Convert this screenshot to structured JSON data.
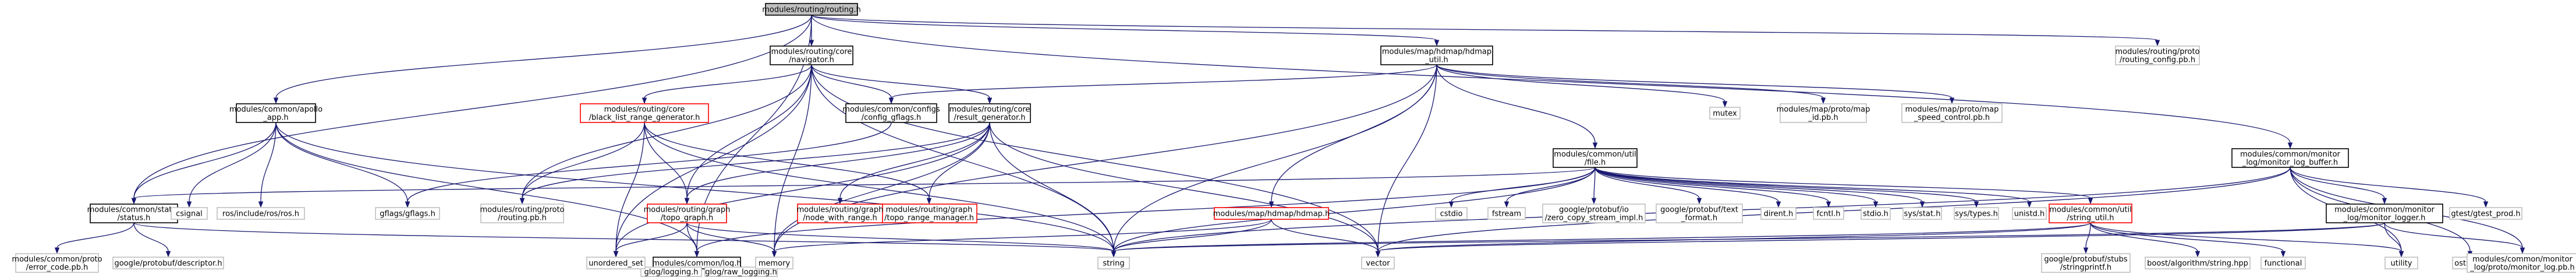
{
  "colors": {
    "edge": "#191970",
    "node_border": "#bfbfbf",
    "root_fill": "#bfbfbf",
    "root_border": "#000000",
    "documented_border": "#000000",
    "missing_border": "#ff0000"
  },
  "nodes": [
    {
      "id": "root",
      "kind": "root",
      "lines": [
        "modules/routing/routing.h"
      ]
    },
    {
      "id": "status",
      "kind": "documented",
      "lines": [
        "modules/common/status",
        "/status.h"
      ]
    },
    {
      "id": "apollo_app",
      "kind": "documented",
      "lines": [
        "modules/common/apollo",
        "_app.h"
      ]
    },
    {
      "id": "navigator",
      "kind": "documented",
      "lines": [
        "modules/routing/core",
        "/navigator.h"
      ]
    },
    {
      "id": "hdmap_util",
      "kind": "documented",
      "lines": [
        "modules/map/hdmap/hdmap",
        "_util.h"
      ]
    },
    {
      "id": "routing_config_pb",
      "kind": "plain",
      "lines": [
        "modules/routing/proto",
        "/routing_config.pb.h"
      ]
    },
    {
      "id": "monitor_log_buffer",
      "kind": "documented",
      "lines": [
        "modules/common/monitor",
        "_log/monitor_log_buffer.h"
      ]
    },
    {
      "id": "error_code_pb",
      "kind": "plain",
      "lines": [
        "modules/common/proto",
        "/error_code.pb.h"
      ]
    },
    {
      "id": "descriptor",
      "kind": "plain",
      "lines": [
        "google/protobuf/descriptor.h"
      ]
    },
    {
      "id": "string",
      "kind": "plain",
      "lines": [
        "string"
      ]
    },
    {
      "id": "csignal",
      "kind": "plain",
      "lines": [
        "csignal"
      ]
    },
    {
      "id": "ros_h",
      "kind": "plain",
      "lines": [
        "ros/include/ros/ros.h"
      ]
    },
    {
      "id": "gflags",
      "kind": "plain",
      "lines": [
        "gflags/gflags.h"
      ]
    },
    {
      "id": "log_h",
      "kind": "documented",
      "lines": [
        "modules/common/log.h"
      ]
    },
    {
      "id": "glog_logging",
      "kind": "plain",
      "lines": [
        "glog/logging.h"
      ]
    },
    {
      "id": "glog_raw_logging",
      "kind": "plain",
      "lines": [
        "glog/raw_logging.h"
      ]
    },
    {
      "id": "black_list",
      "kind": "missing",
      "lines": [
        "modules/routing/core",
        "/black_list_range_generator.h"
      ]
    },
    {
      "id": "routing_pb",
      "kind": "plain",
      "lines": [
        "modules/routing/proto",
        "/routing.pb.h"
      ]
    },
    {
      "id": "topo_graph",
      "kind": "missing",
      "lines": [
        "modules/routing/graph",
        "/topo_graph.h"
      ]
    },
    {
      "id": "topo_range_manager",
      "kind": "missing",
      "lines": [
        "modules/routing/graph",
        "/topo_range_manager.h"
      ]
    },
    {
      "id": "config_gflags",
      "kind": "documented",
      "lines": [
        "modules/common/configs",
        "/config_gflags.h"
      ]
    },
    {
      "id": "result_generator",
      "kind": "documented",
      "lines": [
        "modules/routing/core",
        "/result_generator.h"
      ]
    },
    {
      "id": "memory",
      "kind": "plain",
      "lines": [
        "memory"
      ]
    },
    {
      "id": "unordered_set",
      "kind": "plain",
      "lines": [
        "unordered_set"
      ]
    },
    {
      "id": "node_with_range",
      "kind": "missing",
      "lines": [
        "modules/routing/graph",
        "/node_with_range.h"
      ]
    },
    {
      "id": "vector",
      "kind": "plain",
      "lines": [
        "vector"
      ]
    },
    {
      "id": "hdmap_h",
      "kind": "missing",
      "lines": [
        "modules/map/hdmap/hdmap.h"
      ]
    },
    {
      "id": "file_h",
      "kind": "documented",
      "lines": [
        "modules/common/util",
        "/file.h"
      ]
    },
    {
      "id": "mutex",
      "kind": "plain",
      "lines": [
        "mutex"
      ]
    },
    {
      "id": "map_id_pb",
      "kind": "plain",
      "lines": [
        "modules/map/proto/map",
        "_id.pb.h"
      ]
    },
    {
      "id": "speed_control_pb",
      "kind": "plain",
      "lines": [
        "modules/map/proto/map",
        "_speed_control.pb.h"
      ]
    },
    {
      "id": "cstdio",
      "kind": "plain",
      "lines": [
        "cstdio"
      ]
    },
    {
      "id": "fstream",
      "kind": "plain",
      "lines": [
        "fstream"
      ]
    },
    {
      "id": "zero_copy",
      "kind": "plain",
      "lines": [
        "google/protobuf/io",
        "/zero_copy_stream_impl.h"
      ]
    },
    {
      "id": "text_format",
      "kind": "plain",
      "lines": [
        "google/protobuf/text",
        "_format.h"
      ]
    },
    {
      "id": "dirent",
      "kind": "plain",
      "lines": [
        "dirent.h"
      ]
    },
    {
      "id": "fcntl",
      "kind": "plain",
      "lines": [
        "fcntl.h"
      ]
    },
    {
      "id": "stdio",
      "kind": "plain",
      "lines": [
        "stdio.h"
      ]
    },
    {
      "id": "sys_stat",
      "kind": "plain",
      "lines": [
        "sys/stat.h"
      ]
    },
    {
      "id": "sys_types",
      "kind": "plain",
      "lines": [
        "sys/types.h"
      ]
    },
    {
      "id": "unistd",
      "kind": "plain",
      "lines": [
        "unistd.h"
      ]
    },
    {
      "id": "string_util",
      "kind": "missing",
      "lines": [
        "modules/common/util",
        "/string_util.h"
      ]
    },
    {
      "id": "stringprintf",
      "kind": "plain",
      "lines": [
        "google/protobuf/stubs",
        "/stringprintf.h"
      ]
    },
    {
      "id": "boost_string",
      "kind": "plain",
      "lines": [
        "boost/algorithm/string.hpp"
      ]
    },
    {
      "id": "functional",
      "kind": "plain",
      "lines": [
        "functional"
      ]
    },
    {
      "id": "monitor_logger",
      "kind": "documented",
      "lines": [
        "modules/common/monitor",
        "_log/monitor_logger.h"
      ]
    },
    {
      "id": "gtest_prod",
      "kind": "plain",
      "lines": [
        "gtest/gtest_prod.h"
      ]
    },
    {
      "id": "utility",
      "kind": "plain",
      "lines": [
        "utility"
      ]
    },
    {
      "id": "ostream",
      "kind": "plain",
      "lines": [
        "ostream"
      ]
    },
    {
      "id": "monitor_log_pb",
      "kind": "plain",
      "lines": [
        "modules/common/monitor",
        "_log/proto/monitor_log.pb.h"
      ]
    }
  ],
  "edges": [
    [
      "root",
      "status"
    ],
    [
      "root",
      "apollo_app"
    ],
    [
      "root",
      "navigator"
    ],
    [
      "root",
      "hdmap_util"
    ],
    [
      "root",
      "routing_config_pb"
    ],
    [
      "root",
      "monitor_log_buffer"
    ],
    [
      "root",
      "log_h"
    ],
    [
      "status",
      "error_code_pb"
    ],
    [
      "status",
      "descriptor"
    ],
    [
      "status",
      "string"
    ],
    [
      "apollo_app",
      "status"
    ],
    [
      "apollo_app",
      "csignal"
    ],
    [
      "apollo_app",
      "ros_h"
    ],
    [
      "apollo_app",
      "gflags"
    ],
    [
      "apollo_app",
      "log_h"
    ],
    [
      "apollo_app",
      "string"
    ],
    [
      "navigator",
      "black_list"
    ],
    [
      "navigator",
      "config_gflags"
    ],
    [
      "navigator",
      "result_generator"
    ],
    [
      "navigator",
      "routing_pb"
    ],
    [
      "navigator",
      "topo_graph"
    ],
    [
      "navigator",
      "memory"
    ],
    [
      "navigator",
      "string"
    ],
    [
      "navigator",
      "unordered_set"
    ],
    [
      "navigator",
      "vector"
    ],
    [
      "black_list",
      "routing_pb"
    ],
    [
      "black_list",
      "topo_graph"
    ],
    [
      "black_list",
      "topo_range_manager"
    ],
    [
      "black_list",
      "unordered_set"
    ],
    [
      "black_list",
      "string"
    ],
    [
      "result_generator",
      "routing_pb"
    ],
    [
      "result_generator",
      "topo_graph"
    ],
    [
      "result_generator",
      "node_with_range"
    ],
    [
      "result_generator",
      "topo_range_manager"
    ],
    [
      "result_generator",
      "memory"
    ],
    [
      "result_generator",
      "string"
    ],
    [
      "result_generator",
      "vector"
    ],
    [
      "result_generator",
      "unordered_set"
    ],
    [
      "config_gflags",
      "gflags"
    ],
    [
      "topo_graph",
      "log_h"
    ],
    [
      "topo_graph",
      "memory"
    ],
    [
      "topo_graph",
      "string"
    ],
    [
      "topo_graph",
      "unordered_set"
    ],
    [
      "log_h",
      "glog_logging"
    ],
    [
      "log_h",
      "glog_raw_logging"
    ],
    [
      "hdmap_util",
      "config_gflags"
    ],
    [
      "hdmap_util",
      "file_h"
    ],
    [
      "hdmap_util",
      "hdmap_h"
    ],
    [
      "hdmap_util",
      "mutex"
    ],
    [
      "hdmap_util",
      "map_id_pb"
    ],
    [
      "hdmap_util",
      "speed_control_pb"
    ],
    [
      "hdmap_util",
      "memory"
    ],
    [
      "hdmap_util",
      "string"
    ],
    [
      "hdmap_util",
      "vector"
    ],
    [
      "hdmap_h",
      "memory"
    ],
    [
      "hdmap_h",
      "string"
    ],
    [
      "hdmap_h",
      "vector"
    ],
    [
      "file_h",
      "cstdio"
    ],
    [
      "file_h",
      "fstream"
    ],
    [
      "file_h",
      "zero_copy"
    ],
    [
      "file_h",
      "text_format"
    ],
    [
      "file_h",
      "dirent"
    ],
    [
      "file_h",
      "fcntl"
    ],
    [
      "file_h",
      "stdio"
    ],
    [
      "file_h",
      "sys_stat"
    ],
    [
      "file_h",
      "sys_types"
    ],
    [
      "file_h",
      "unistd"
    ],
    [
      "file_h",
      "string_util"
    ],
    [
      "file_h",
      "log_h"
    ],
    [
      "file_h",
      "string"
    ],
    [
      "file_h",
      "status"
    ],
    [
      "string_util",
      "stringprintf"
    ],
    [
      "string_util",
      "boost_string"
    ],
    [
      "string_util",
      "functional"
    ],
    [
      "string_util",
      "string"
    ],
    [
      "string_util",
      "vector"
    ],
    [
      "string_util",
      "utility"
    ],
    [
      "monitor_log_buffer",
      "monitor_logger"
    ],
    [
      "monitor_log_buffer",
      "gtest_prod"
    ],
    [
      "monitor_log_buffer",
      "utility"
    ],
    [
      "monitor_log_buffer",
      "ostream"
    ],
    [
      "monitor_log_buffer",
      "monitor_log_pb"
    ],
    [
      "monitor_log_buffer",
      "string"
    ],
    [
      "monitor_log_buffer",
      "vector"
    ],
    [
      "monitor_logger",
      "monitor_log_pb"
    ],
    [
      "monitor_logger",
      "utility"
    ],
    [
      "monitor_logger",
      "string"
    ],
    [
      "monitor_logger",
      "vector"
    ]
  ]
}
